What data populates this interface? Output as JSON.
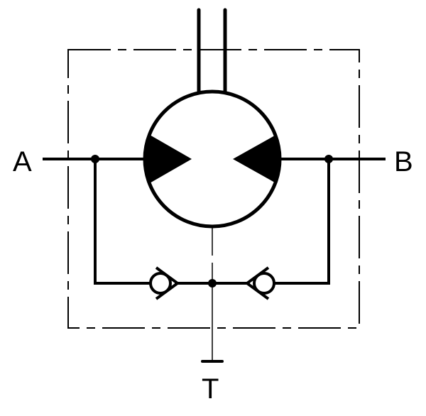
{
  "diagram": {
    "type": "hydraulic-schematic",
    "description": "Hydraulic motor with two check valves to tank (anti-cavitation / make-up valve block)",
    "ports": {
      "a": "A",
      "b": "B",
      "t": "T"
    },
    "components": [
      {
        "id": "motor",
        "kind": "bidirectional hydraulic motor",
        "symbol": "circle with two inward-pointing solid triangles"
      },
      {
        "id": "shaft",
        "kind": "drive shaft",
        "symbol": "double vertical line on top"
      },
      {
        "id": "check-valve-left",
        "kind": "check valve",
        "flow": "from tank line toward A"
      },
      {
        "id": "check-valve-right",
        "kind": "check valve",
        "flow": "from tank line toward B"
      },
      {
        "id": "enclosure",
        "kind": "component boundary",
        "symbol": "dash-dot rectangle"
      }
    ],
    "connections": [
      {
        "from": "A",
        "to": "motor"
      },
      {
        "from": "B",
        "to": "motor"
      },
      {
        "from": "A-junction",
        "to": "check-valve-left"
      },
      {
        "from": "B-junction",
        "to": "check-valve-right"
      },
      {
        "from": "check-valves-junction",
        "to": "T"
      }
    ],
    "colors": {
      "stroke": "#000000",
      "background": "#ffffff"
    }
  }
}
